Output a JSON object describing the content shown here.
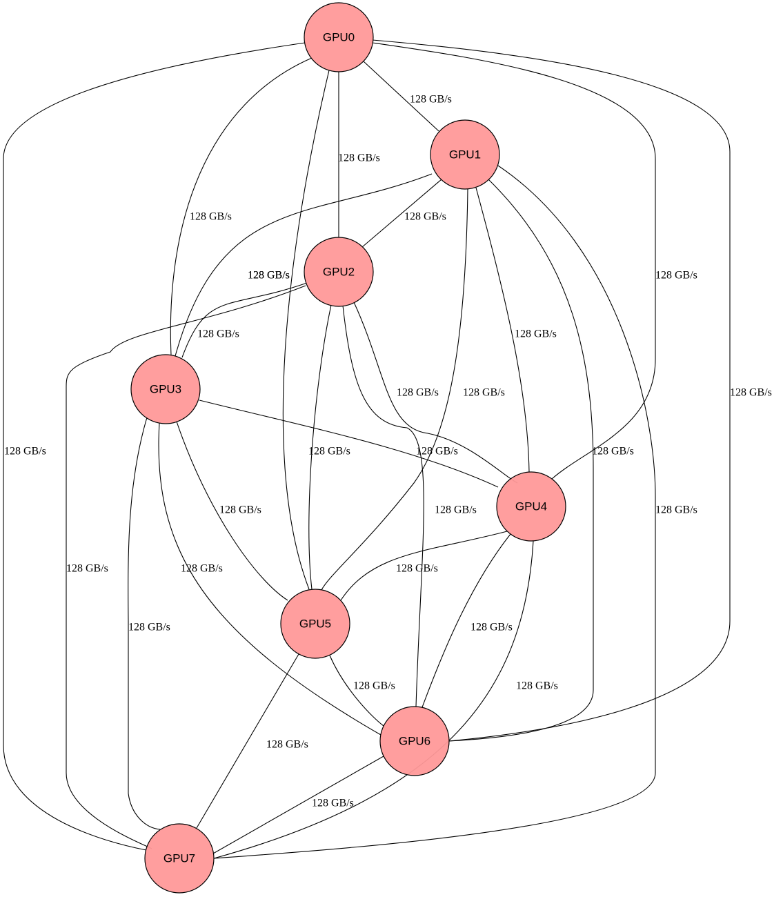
{
  "title": "GPU interconnect topology",
  "node_color": "#ff9999",
  "nodes": [
    {
      "id": "GPU0",
      "label": "GPU0"
    },
    {
      "id": "GPU1",
      "label": "GPU1"
    },
    {
      "id": "GPU2",
      "label": "GPU2"
    },
    {
      "id": "GPU3",
      "label": "GPU3"
    },
    {
      "id": "GPU4",
      "label": "GPU4"
    },
    {
      "id": "GPU5",
      "label": "GPU5"
    },
    {
      "id": "GPU6",
      "label": "GPU6"
    },
    {
      "id": "GPU7",
      "label": "GPU7"
    }
  ],
  "edges": [
    {
      "from": "GPU0",
      "to": "GPU1",
      "label": "128 GB/s"
    },
    {
      "from": "GPU0",
      "to": "GPU2",
      "label": "128 GB/s"
    },
    {
      "from": "GPU0",
      "to": "GPU3",
      "label": "128 GB/s"
    },
    {
      "from": "GPU0",
      "to": "GPU4",
      "label": "128 GB/s"
    },
    {
      "from": "GPU0",
      "to": "GPU5",
      "label": "128 GB/s"
    },
    {
      "from": "GPU0",
      "to": "GPU6",
      "label": "128 GB/s"
    },
    {
      "from": "GPU0",
      "to": "GPU7",
      "label": "128 GB/s"
    },
    {
      "from": "GPU1",
      "to": "GPU2",
      "label": "128 GB/s"
    },
    {
      "from": "GPU1",
      "to": "GPU3",
      "label": "128 GB/s"
    },
    {
      "from": "GPU1",
      "to": "GPU4",
      "label": "128 GB/s"
    },
    {
      "from": "GPU1",
      "to": "GPU5",
      "label": "128 GB/s"
    },
    {
      "from": "GPU1",
      "to": "GPU6",
      "label": "128 GB/s"
    },
    {
      "from": "GPU1",
      "to": "GPU7",
      "label": "128 GB/s"
    },
    {
      "from": "GPU2",
      "to": "GPU3",
      "label": "128 GB/s"
    },
    {
      "from": "GPU2",
      "to": "GPU4",
      "label": "128 GB/s"
    },
    {
      "from": "GPU2",
      "to": "GPU5",
      "label": "128 GB/s"
    },
    {
      "from": "GPU2",
      "to": "GPU6",
      "label": "128 GB/s"
    },
    {
      "from": "GPU2",
      "to": "GPU7",
      "label": "128 GB/s"
    },
    {
      "from": "GPU3",
      "to": "GPU4",
      "label": "128 GB/s"
    },
    {
      "from": "GPU3",
      "to": "GPU5",
      "label": "128 GB/s"
    },
    {
      "from": "GPU3",
      "to": "GPU6",
      "label": "128 GB/s"
    },
    {
      "from": "GPU3",
      "to": "GPU7",
      "label": "128 GB/s"
    },
    {
      "from": "GPU4",
      "to": "GPU5",
      "label": "128 GB/s"
    },
    {
      "from": "GPU4",
      "to": "GPU6",
      "label": "128 GB/s"
    },
    {
      "from": "GPU4",
      "to": "GPU7",
      "label": "128 GB/s"
    },
    {
      "from": "GPU5",
      "to": "GPU6",
      "label": "128 GB/s"
    },
    {
      "from": "GPU5",
      "to": "GPU7",
      "label": "128 GB/s"
    },
    {
      "from": "GPU6",
      "to": "GPU7",
      "label": "128 GB/s"
    }
  ]
}
